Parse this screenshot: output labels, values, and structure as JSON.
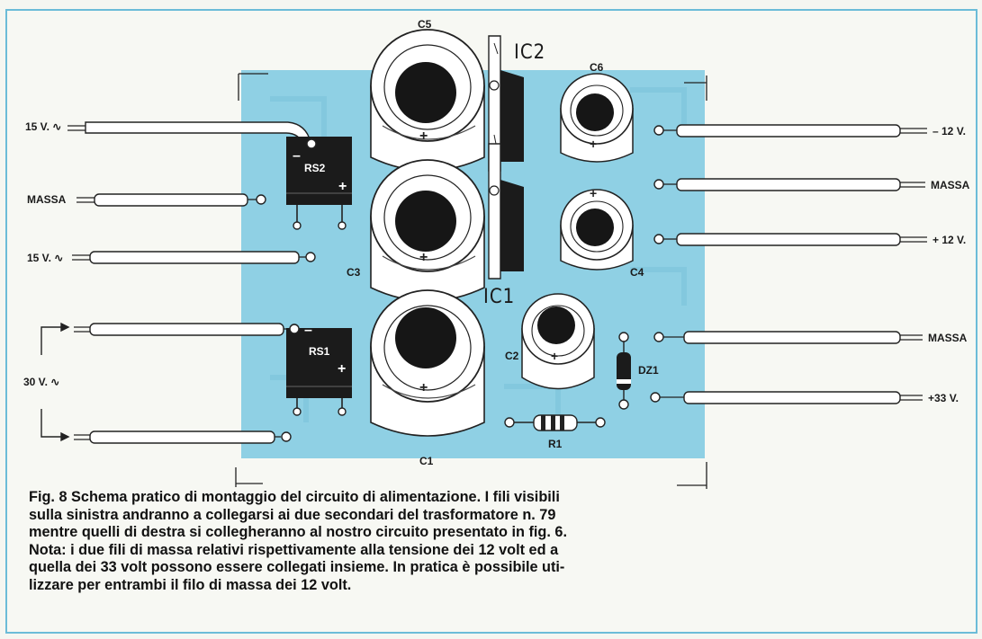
{
  "colors": {
    "board": "#8fd0e4",
    "frame": "#6cbcd8",
    "ink": "#1a1a1a",
    "component": "#ffffff"
  },
  "left_inputs": {
    "top": "15 V. ∿",
    "massa": "MASSA",
    "second": "15 V. ∿",
    "thirty": "30 V. ∿"
  },
  "right_outputs": {
    "minus12": "– 12 V.",
    "massa1": "MASSA",
    "plus12": "+ 12 V.",
    "massa2": "MASSA",
    "plus33": "+33 V."
  },
  "components": {
    "c5": "C5",
    "c3": "C3",
    "c1": "C1",
    "c6": "C6",
    "c4": "C4",
    "c2": "C2",
    "ic1": "IC1",
    "ic2": "IC2",
    "rs1": "RS1",
    "rs2": "RS2",
    "dz1": "DZ1",
    "r1": "R1"
  },
  "caption": [
    "Fig. 8  Schema pratico di montaggio del circuito di alimentazione. I fili visibili",
    "sulla sinistra andranno a collegarsi ai due secondari del trasformatore n. 79",
    "mentre quelli di destra si collegheranno al nostro circuito presentato in fig. 6.",
    "Nota: i due fili di massa relativi rispettivamente alla tensione dei 12 volt ed a",
    "quella dei 33 volt possono essere collegati insieme. In pratica è possibile uti-",
    "lizzare per entrambi il filo di massa dei 12 volt."
  ]
}
